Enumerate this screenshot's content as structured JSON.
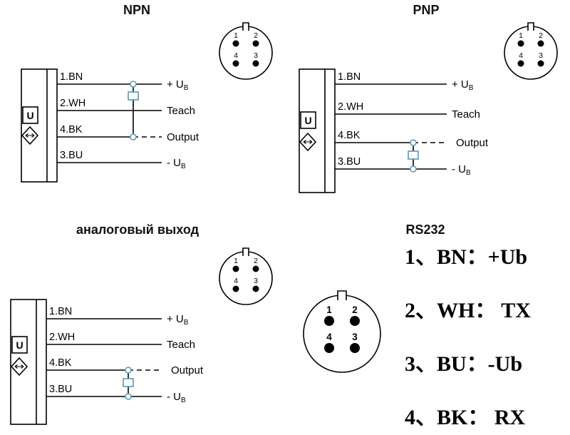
{
  "titles": {
    "npn": "NPN",
    "pnp": "PNP",
    "analog": "аналоговый выход",
    "rs232": "RS232"
  },
  "diagram": {
    "sensor_label": "U",
    "pins": [
      "1.BN",
      "2.WH",
      "4.BK",
      "3.BU"
    ],
    "outputs": {
      "ub_plus": "+ U",
      "ub_plus_sub": "B",
      "teach": "Teach",
      "output": "Output",
      "ub_minus": "- U",
      "ub_minus_sub": "B"
    },
    "connector_pins": {
      "tl": "1",
      "tr": "2",
      "bl": "4",
      "br": "3"
    }
  },
  "rs232": {
    "lines": [
      "1、BN：+Ub",
      "2、WH： TX",
      "3、BU：-Ub",
      "4、BK： RX"
    ]
  },
  "colors": {
    "line": "#000000",
    "load": "#5d98b8",
    "background": "#ffffff"
  }
}
